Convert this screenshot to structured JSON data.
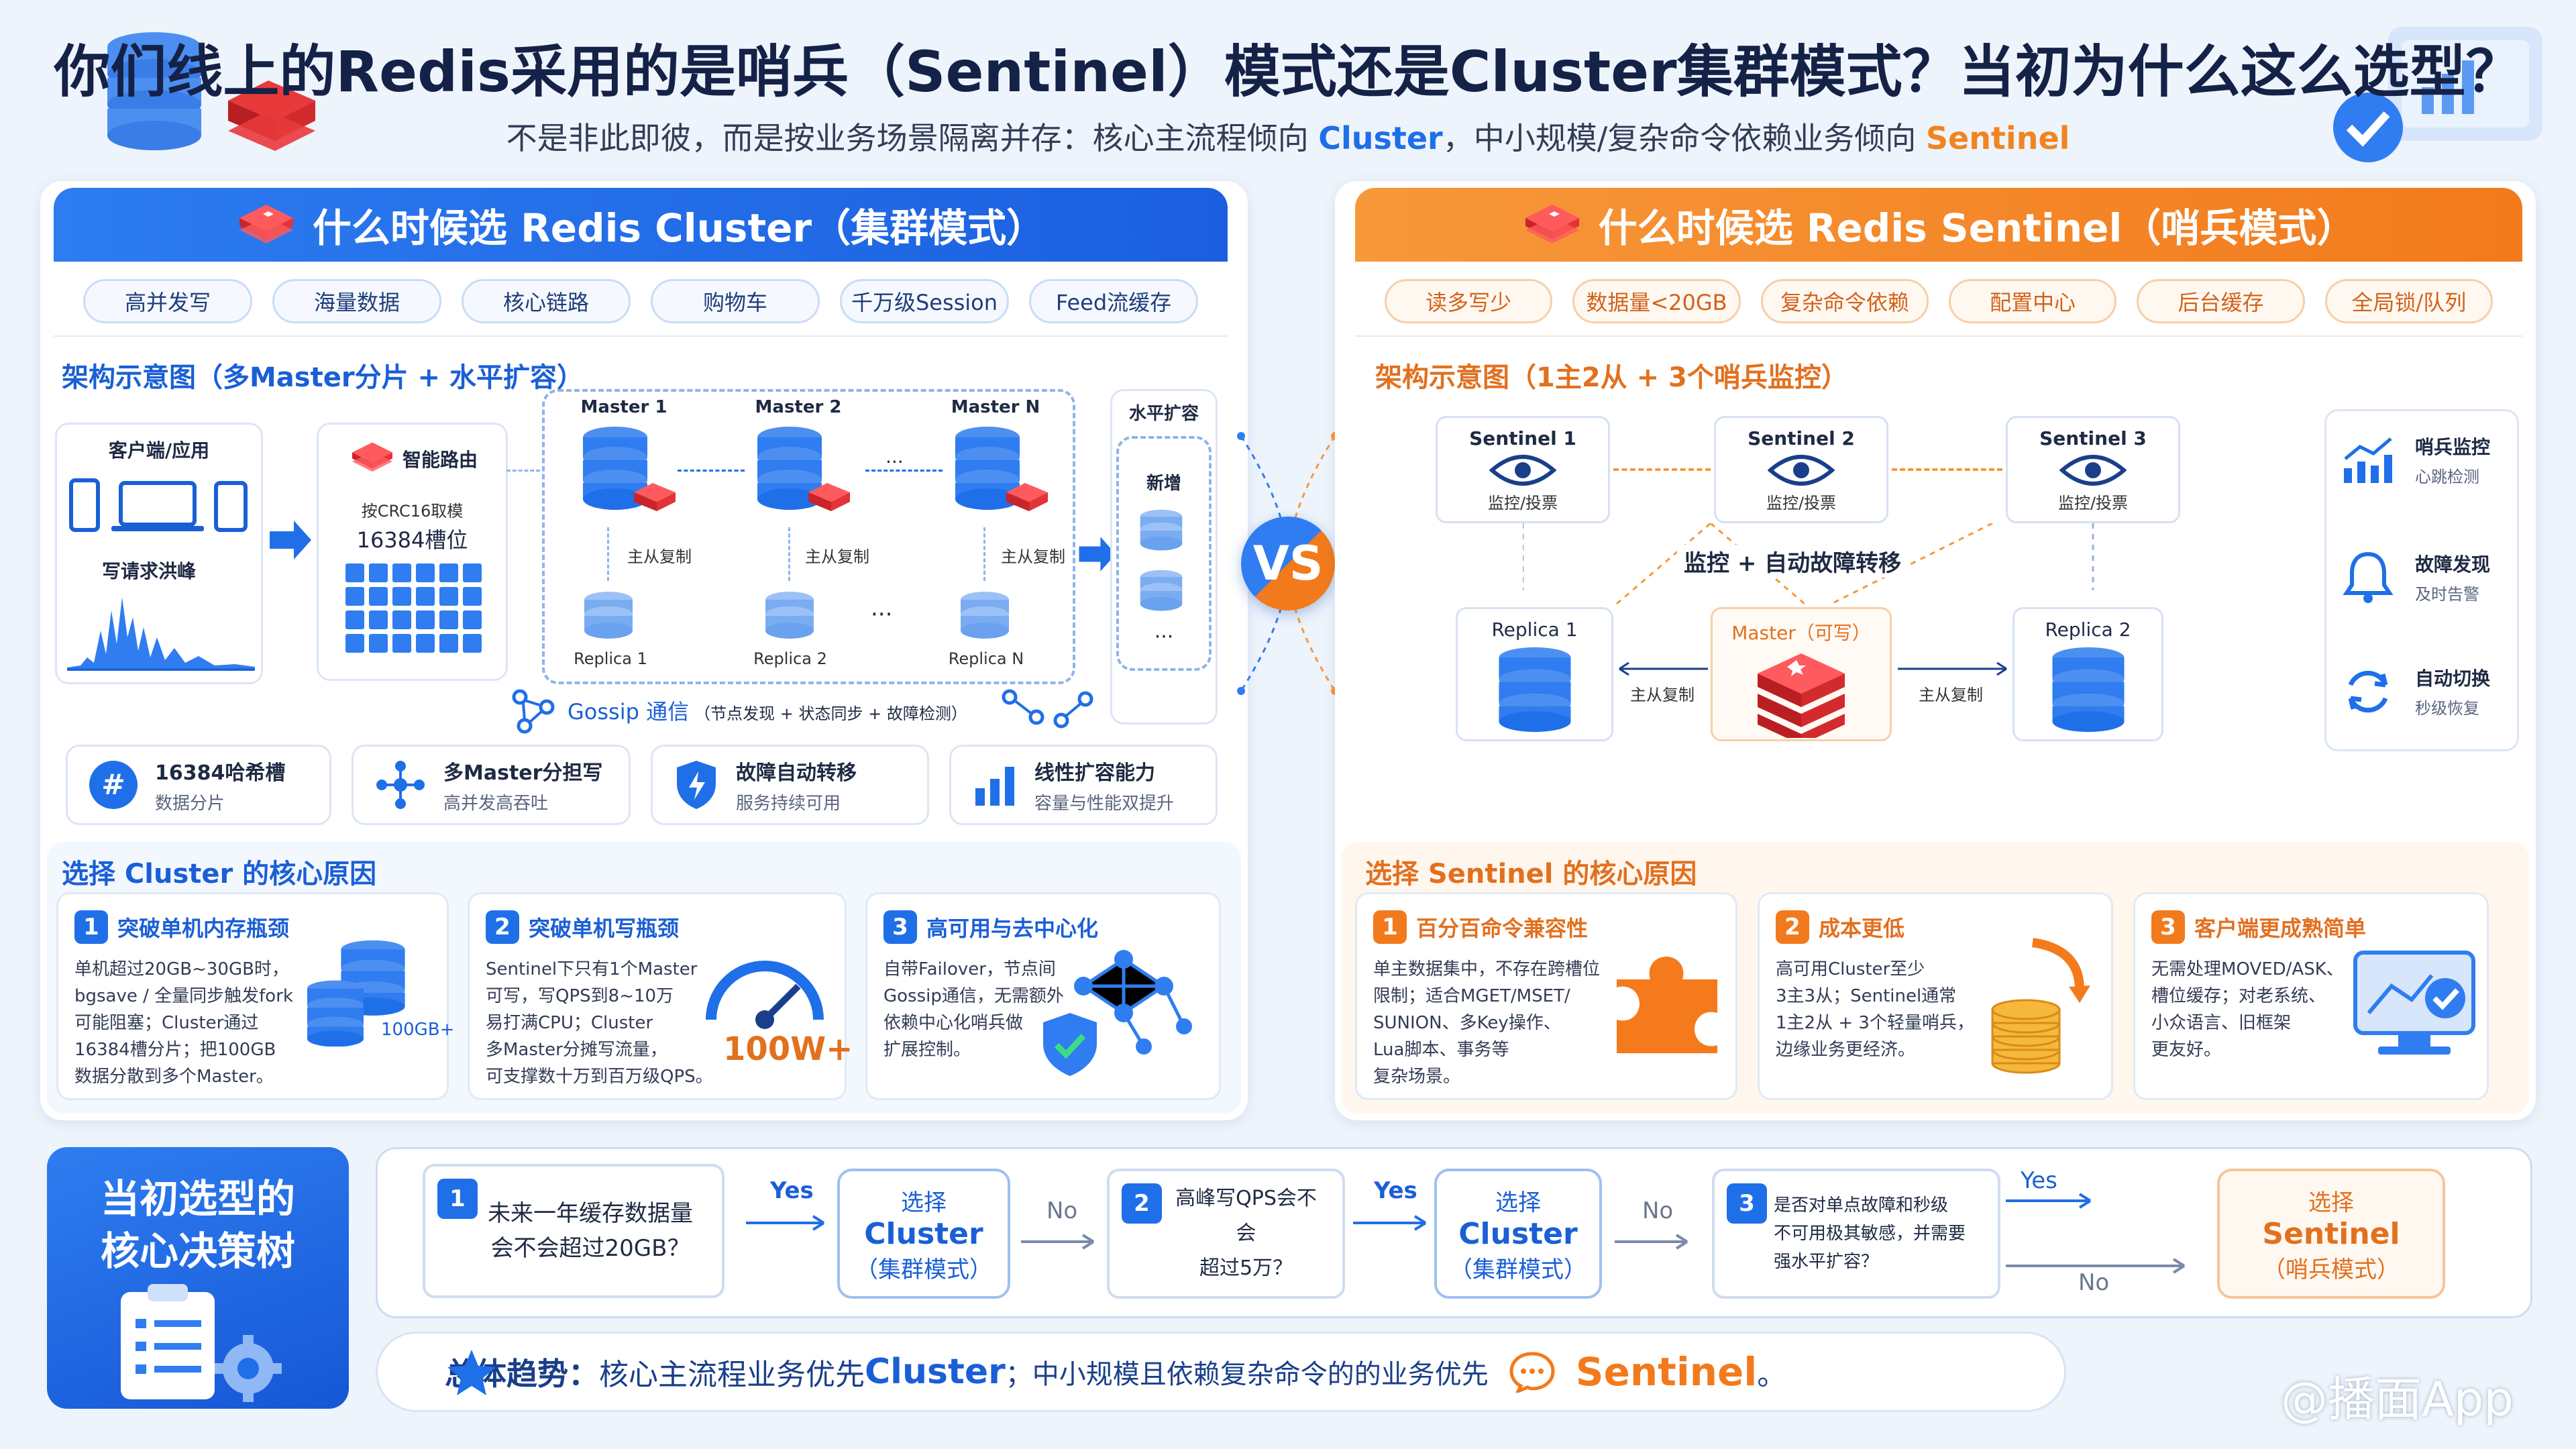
{
  "title": "你们线上的Redis采用的是哨兵（Sentinel）模式还是Cluster集群模式？当初为什么这么选型？",
  "subtitle": {
    "pre": "不是非此即彼，而是按业务场景隔离并存：核心主流程倾向 ",
    "cluster": "Cluster",
    "mid": "，中小规模/复杂命令依赖业务倾向 ",
    "sentinel": "Sentinel"
  },
  "cluster": {
    "header": "什么时候选 Redis Cluster（集群模式）",
    "tags": [
      "高并发写",
      "海量数据",
      "核心链路",
      "购物车",
      "千万级Session",
      "Feed流缓存"
    ],
    "arch_title": "架构示意图（多Master分片 + 水平扩容）",
    "client_label": "客户端/应用",
    "write_peak": "写请求洪峰",
    "router_label": "智能路由",
    "router_desc1": "按CRC16取模",
    "router_desc2": "16384槽位",
    "masters": [
      "Master 1",
      "Master 2",
      "Master N"
    ],
    "replicas": [
      "Replica 1",
      "Replica 2",
      "Replica N"
    ],
    "repl_label": "主从复制",
    "ellipsis": "···",
    "scale_title": "水平扩容",
    "scale_new": "新增",
    "scale_more": "···",
    "gossip_label": "Gossip 通信",
    "gossip_desc": "（节点发现 + 状态同步 + 故障检测）",
    "features": [
      {
        "title": "16384哈希槽",
        "desc": "数据分片"
      },
      {
        "title": "多Master分担写",
        "desc": "高并发高吞吐"
      },
      {
        "title": "故障自动转移",
        "desc": "服务持续可用"
      },
      {
        "title": "线性扩容能力",
        "desc": "容量与性能双提升"
      }
    ],
    "reasons_title": "选择 Cluster 的核心原因",
    "reasons": [
      {
        "num": "1",
        "title": "突破单机内存瓶颈",
        "lines": [
          "单机超过20GB~30GB时，",
          "bgsave / 全量同步触发fork",
          "可能阻塞；Cluster通过",
          "16384槽分片；把100GB",
          "数据分散到多个Master。"
        ],
        "badge": "100GB+"
      },
      {
        "num": "2",
        "title": "突破单机写瓶颈",
        "lines": [
          "Sentinel下只有1个Master",
          "可写，写QPS到8~10万",
          "易打满CPU；Cluster",
          "多Master分摊写流量，",
          "可支撑数十万到百万级QPS。"
        ],
        "badge": "100W+"
      },
      {
        "num": "3",
        "title": "高可用与去中心化",
        "lines": [
          "自带Failover，节点间",
          "Gossip通信，无需额外",
          "依赖中心化哨兵做",
          "扩展控制。"
        ]
      }
    ]
  },
  "sentinel": {
    "header": "什么时候选 Redis Sentinel（哨兵模式）",
    "tags": [
      "读多写少",
      "数据量<20GB",
      "复杂命令依赖",
      "配置中心",
      "后台缓存",
      "全局锁/队列"
    ],
    "arch_title": "架构示意图（1主2从 + 3个哨兵监控）",
    "sentinels": [
      "Sentinel 1",
      "Sentinel 2",
      "Sentinel 3"
    ],
    "monitor_label": "监控/投票",
    "failover_label": "监控 + 自动故障转移",
    "replica1": "Replica 1",
    "master": "Master（可写）",
    "replica2": "Replica 2",
    "repl_label": "主从复制",
    "side": [
      {
        "title": "哨兵监控",
        "desc": "心跳检测"
      },
      {
        "title": "故障发现",
        "desc": "及时告警"
      },
      {
        "title": "自动切换",
        "desc": "秒级恢复"
      }
    ],
    "reasons_title": "选择 Sentinel 的核心原因",
    "reasons": [
      {
        "num": "1",
        "title": "百分百命令兼容性",
        "lines": [
          "单主数据集中，不存在跨槽位",
          "限制；适合MGET/MSET/",
          "SUNION、多Key操作、",
          "Lua脚本、事务等",
          "复杂场景。"
        ]
      },
      {
        "num": "2",
        "title": "成本更低",
        "lines": [
          "高可用Cluster至少",
          "3主3从；Sentinel通常",
          "1主2从 + 3个轻量哨兵，",
          "边缘业务更经济。"
        ]
      },
      {
        "num": "3",
        "title": "客户端更成熟简单",
        "lines": [
          "无需处理MOVED/ASK、",
          "槽位缓存；对老系统、",
          "小众语言、旧框架",
          "更友好。"
        ]
      }
    ]
  },
  "vs": "VS",
  "decision": {
    "title_line1": "当初选型的",
    "title_line2": "核心决策树",
    "q1_num": "1",
    "q1": [
      "未来一年缓存数据量",
      "会不会超过20GB？"
    ],
    "q2_num": "2",
    "q2": [
      "高峰写QPS会不会",
      "超过5万？"
    ],
    "q3_num": "3",
    "q3": [
      "是否对单点故障和秒级",
      "不可用极其敏感，并需要",
      "强水平扩容？"
    ],
    "yes": "Yes",
    "no": "No",
    "choice_cluster": {
      "a": "选择",
      "b": "Cluster",
      "c": "（集群模式）"
    },
    "choice_sentinel": {
      "a": "选择",
      "b": "Sentinel",
      "c": "（哨兵模式）"
    }
  },
  "trend": {
    "label": "总体趋势：",
    "p1": "核心主流程业务优先 ",
    "cluster": "Cluster",
    "p2": "；中小规模且依赖复杂命令的的业务优先",
    "sentinel": "Sentinel",
    "end": "。"
  },
  "watermark": "@播面App",
  "colors": {
    "blue": "#1f6fe8",
    "orange": "#f27a1c",
    "redis_red": "#d9282c"
  }
}
